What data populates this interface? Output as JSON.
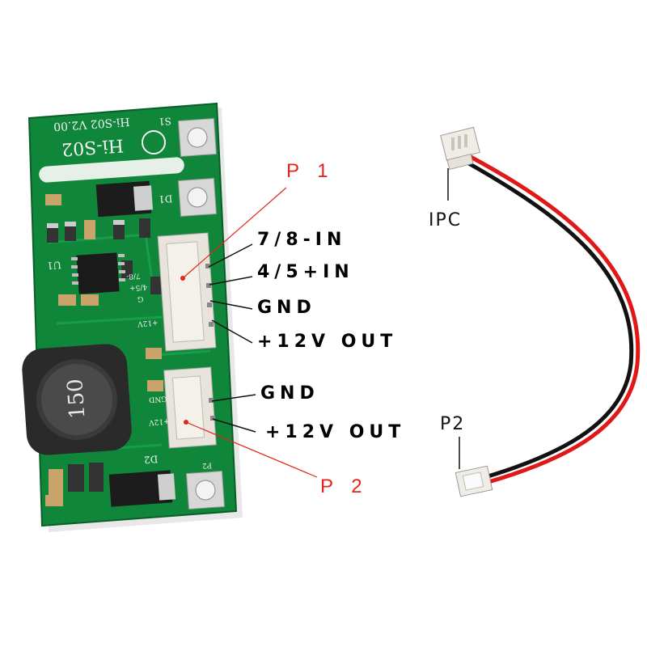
{
  "board": {
    "model_silk": "Hi-S02",
    "version_silk": "Hi-S02 V2.00",
    "inductor_marking": "150",
    "silk_u1": "U1",
    "silk_d1": "D1",
    "silk_d2": "D2",
    "silk_s1": "S1",
    "silk_78": "7/8-",
    "silk_45": "4/5+",
    "silk_g": "G",
    "silk_12v": "+12V",
    "silk_gnd": "GND",
    "silk_12v_b": "+12V",
    "silk_p2": "P2"
  },
  "ports": {
    "p1": {
      "label": "P 1",
      "color": "#e5231b"
    },
    "p2": {
      "label": "P 2",
      "color": "#e5231b"
    }
  },
  "pins": {
    "p1": [
      "7/8-IN",
      "4/5+IN",
      "GND",
      "+12V OUT"
    ],
    "p2": [
      "GND",
      "+12V OUT"
    ]
  },
  "cable": {
    "end_a": "IPC",
    "end_b": "P2",
    "wire_colors": [
      "#e01818",
      "#111111"
    ]
  },
  "colors": {
    "pcb_green": "#10863b",
    "pcb_dark": "#0a5e28",
    "label_red": "#e5231b"
  }
}
